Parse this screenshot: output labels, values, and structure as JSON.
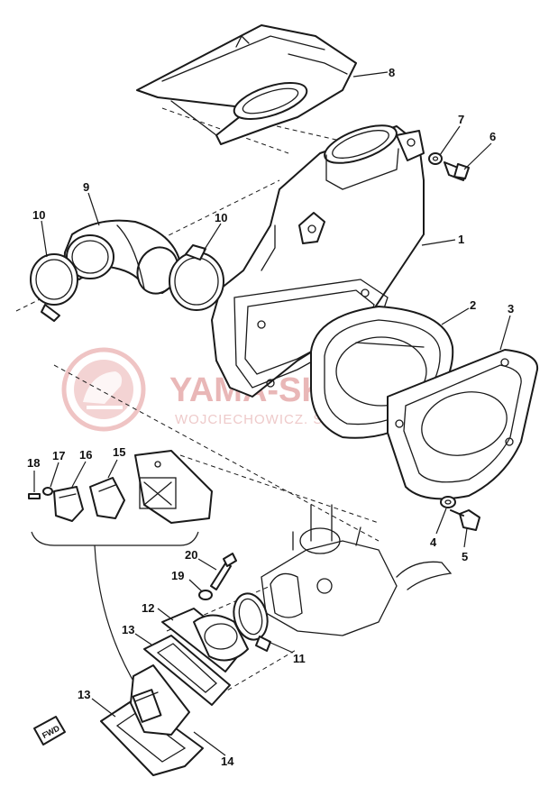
{
  "diagram": {
    "watermark": {
      "brand": "YAMA-SKLEP.PL",
      "subtitle": "WOJCIECHOWICZ. ŚWIAT YAMAHA",
      "color": "#e6a0a0"
    },
    "fwd_label": "FWD",
    "callouts": [
      {
        "id": "1",
        "label": "1"
      },
      {
        "id": "2",
        "label": "2"
      },
      {
        "id": "3",
        "label": "3"
      },
      {
        "id": "4",
        "label": "4"
      },
      {
        "id": "5",
        "label": "5"
      },
      {
        "id": "6",
        "label": "6"
      },
      {
        "id": "7",
        "label": "7"
      },
      {
        "id": "8",
        "label": "8"
      },
      {
        "id": "9",
        "label": "9"
      },
      {
        "id": "10a",
        "label": "10"
      },
      {
        "id": "10b",
        "label": "10"
      },
      {
        "id": "11",
        "label": "11"
      },
      {
        "id": "12",
        "label": "12"
      },
      {
        "id": "13a",
        "label": "13"
      },
      {
        "id": "13b",
        "label": "13"
      },
      {
        "id": "14",
        "label": "14"
      },
      {
        "id": "15",
        "label": "15"
      },
      {
        "id": "16",
        "label": "16"
      },
      {
        "id": "17",
        "label": "17"
      },
      {
        "id": "18",
        "label": "18"
      },
      {
        "id": "19",
        "label": "19"
      },
      {
        "id": "20",
        "label": "20"
      }
    ]
  }
}
